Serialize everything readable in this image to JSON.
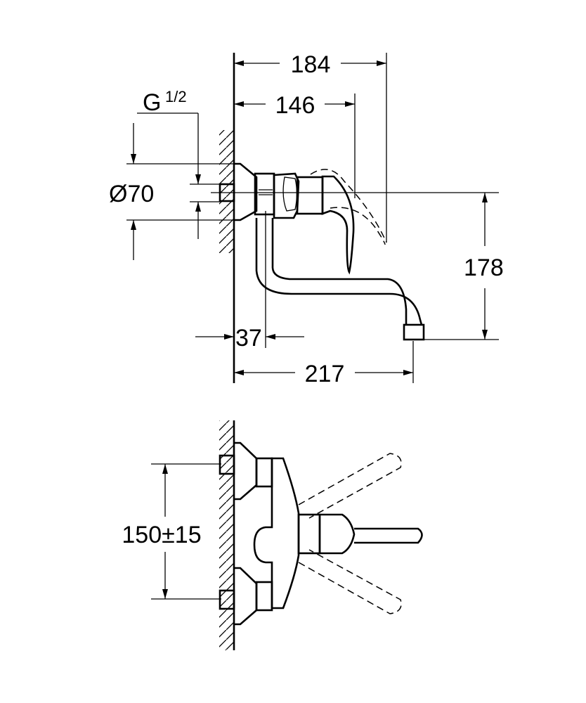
{
  "title": "Wall-mounted single-lever sink mixer dimension drawing",
  "side_view": {
    "dim_overall_reach": "184",
    "dim_lever_reach": "146",
    "thread_label": "G",
    "thread_fraction": "1/2",
    "dim_escutcheon_diameter": "Ø70",
    "dim_height": "178",
    "dim_wall_to_spout": "37",
    "dim_spout_projection": "217"
  },
  "front_view": {
    "dim_centres": "150±15"
  }
}
